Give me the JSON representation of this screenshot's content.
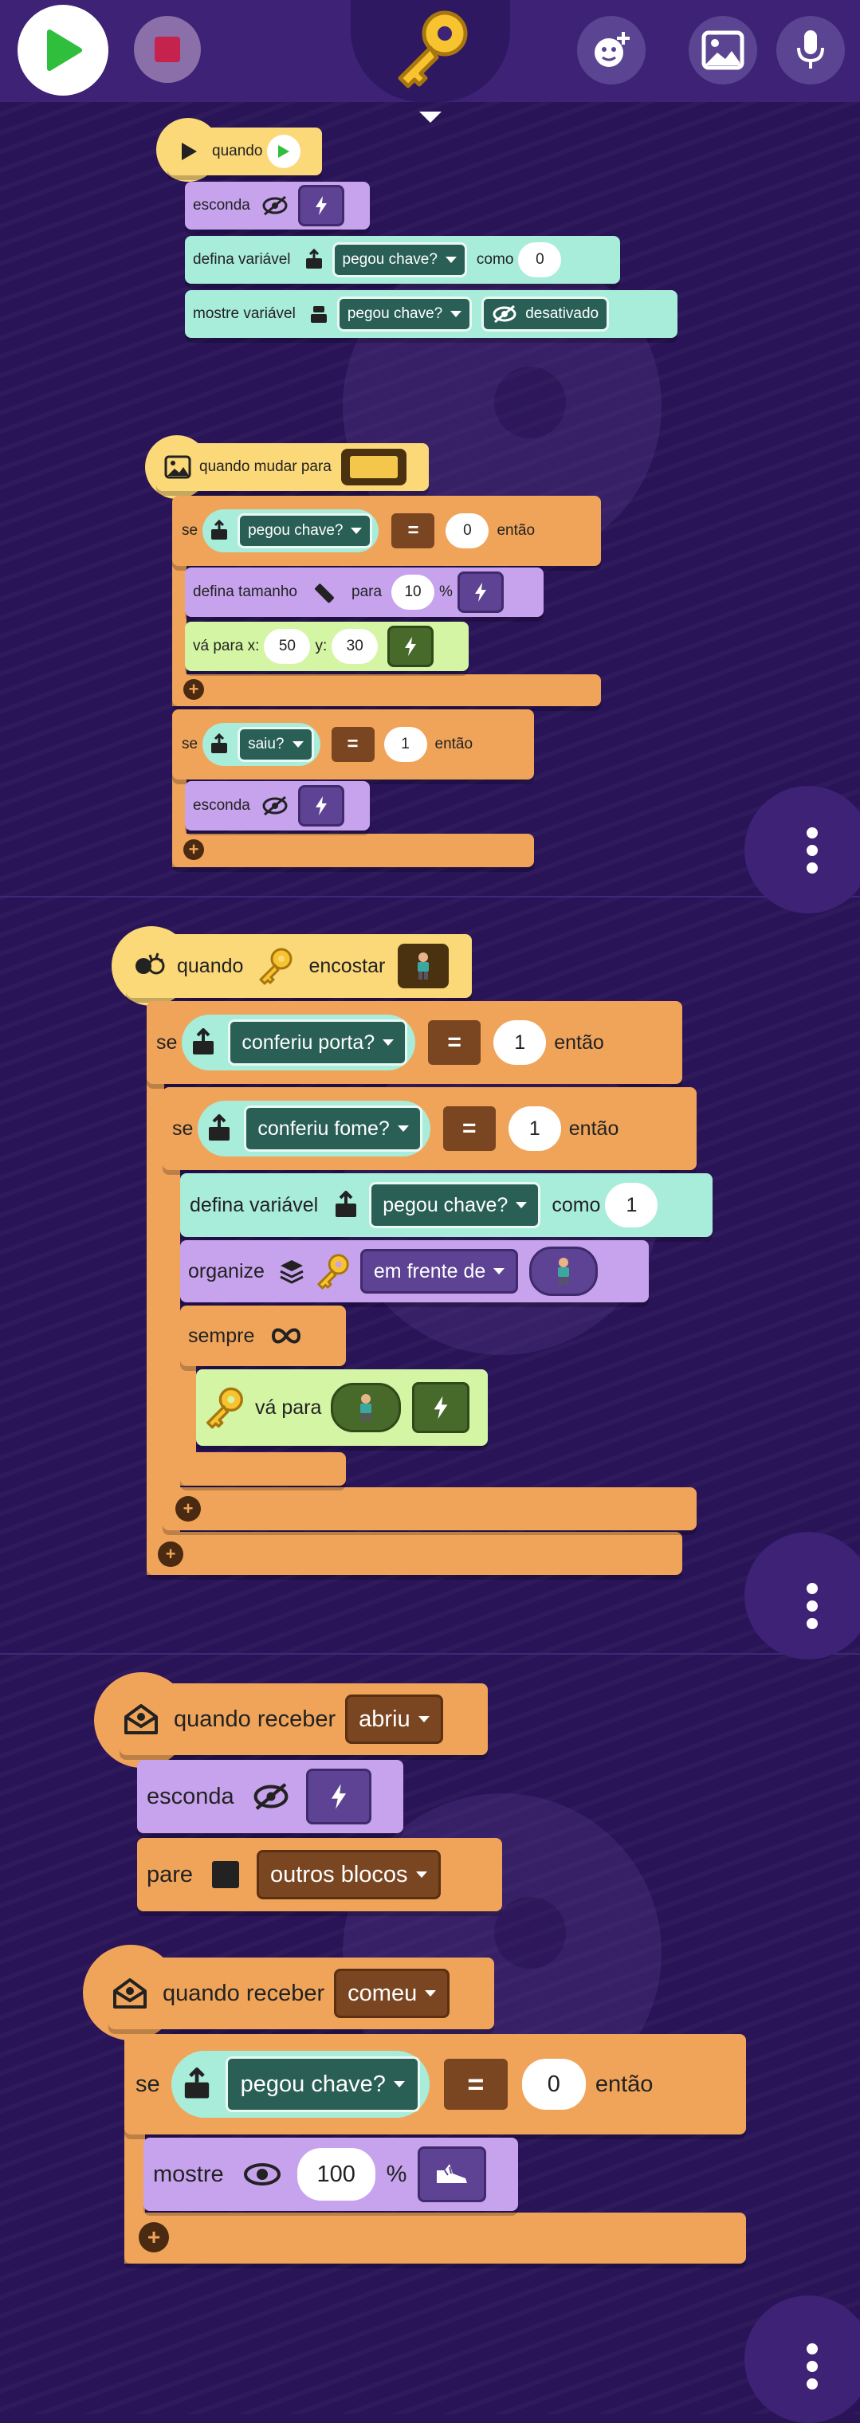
{
  "topbar": {
    "icons": [
      "play-icon",
      "stop-icon",
      "key-icon",
      "add-sprite-icon",
      "image-icon",
      "microphone-icon"
    ]
  },
  "colors": {
    "background": "#2a1458",
    "topbar": "#3d2275",
    "event": "#fbd878",
    "looks": "#c7a3ee",
    "variable": "#a8ecda",
    "control": "#f0a45a",
    "motion": "#d4f5a4"
  },
  "script1": {
    "hat_label": "quando",
    "hide_label": "esconda",
    "set_var_label": "defina variável",
    "set_var_name": "pegou chave?",
    "set_var_as": "como",
    "set_var_value": "0",
    "show_var_label": "mostre variável",
    "show_var_name": "pegou chave?",
    "show_var_mode": "desativado"
  },
  "script2": {
    "hat_label": "quando mudar para",
    "if1_label": "se",
    "if1_var": "pegou chave?",
    "if1_op": "=",
    "if1_value": "0",
    "if1_then": "então",
    "size_label": "defina tamanho",
    "size_to": "para",
    "size_value": "10",
    "size_unit": "%",
    "goto_label": "vá para x:",
    "goto_x": "50",
    "goto_y_label": "y:",
    "goto_y": "30",
    "if2_label": "se",
    "if2_var": "saiu?",
    "if2_op": "=",
    "if2_value": "1",
    "if2_then": "então",
    "hide_label": "esconda"
  },
  "script3": {
    "hat_when": "quando",
    "hat_touch": "encostar",
    "if1_label": "se",
    "if1_var": "conferiu porta?",
    "if1_op": "=",
    "if1_value": "1",
    "if1_then": "então",
    "if2_label": "se",
    "if2_var": "conferiu fome?",
    "if2_op": "=",
    "if2_value": "1",
    "if2_then": "então",
    "set_var_label": "defina variável",
    "set_var_name": "pegou chave?",
    "set_var_as": "como",
    "set_var_value": "1",
    "arrange_label": "organize",
    "arrange_mode": "em frente de",
    "forever_label": "sempre",
    "goto_label": "vá para"
  },
  "script4": {
    "hat_label": "quando receber",
    "hat_message": "abriu",
    "hide_label": "esconda",
    "stop_label": "pare",
    "stop_target": "outros blocos"
  },
  "script5": {
    "hat_label": "quando receber",
    "hat_message": "comeu",
    "if_label": "se",
    "if_var": "pegou chave?",
    "if_op": "=",
    "if_value": "0",
    "if_then": "então",
    "show_label": "mostre",
    "show_value": "100",
    "show_unit": "%"
  }
}
